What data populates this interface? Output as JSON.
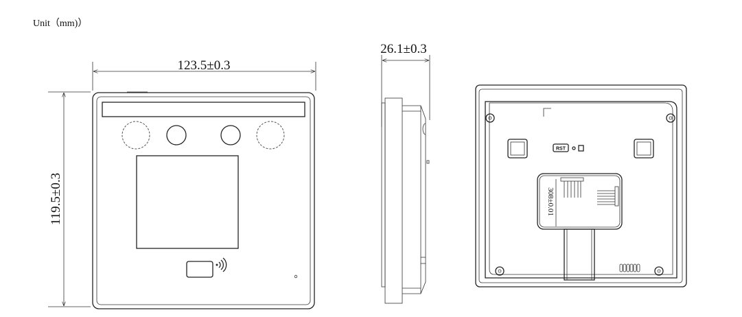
{
  "unit_label": "Unit（mm)）",
  "front_view": {
    "width_dimension": "123.5±0.3",
    "height_dimension": "119.5±0.3"
  },
  "side_view": {
    "depth_dimension": "26.1±0.3"
  },
  "rear_view": {
    "reset_label": "RST",
    "connector_dimension": "308±0.01"
  }
}
